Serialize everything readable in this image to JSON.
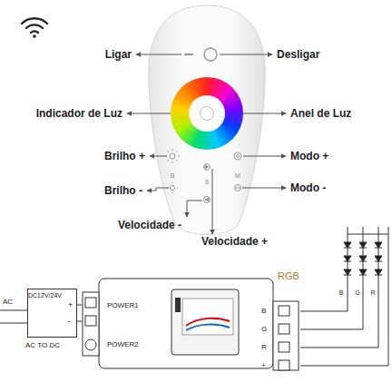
{
  "diagram": {
    "nodes": [
      {
        "text": [
          "DC12V/24V",
          "+",
          "-",
          "AC TO DC"
        ]
      },
      {
        "text": [
          "POWER1",
          "POWER2",
          "B",
          "G",
          "R",
          "+"
        ]
      }
    ],
    "edges": [
      {
        "from": 0,
        "to": 1,
        "arrow": "none"
      },
      {
        "from": 0,
        "to": 1,
        "arrow": "none"
      }
    ],
    "labels": [
      "Ligar",
      "Desligar",
      "Indicador de Luz",
      "Anel de Luz",
      "Brilho +",
      "Modo +",
      "Brilho -",
      "Modo -",
      "Velocidade -",
      "Velocidade +",
      "B",
      "S",
      "M",
      "AC",
      "RGB",
      "B",
      "G",
      "R"
    ]
  }
}
